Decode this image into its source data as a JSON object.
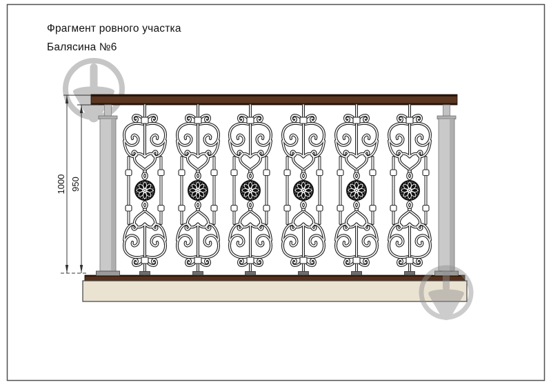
{
  "title": {
    "line1": "Фрагмент ровного участка",
    "line2": "Балясина №6"
  },
  "dimensions": {
    "outer_label": "1000",
    "inner_label": "950"
  },
  "railing": {
    "baluster_count": 6,
    "baluster_centers_x": [
      210,
      287,
      363,
      440,
      517,
      594
    ],
    "post_count": 2
  },
  "watermarks": [
    {
      "name": "trowel-badge-watermark",
      "position": "top-left"
    },
    {
      "name": "trowel-badge-watermark",
      "position": "bottom-right"
    }
  ],
  "colors": {
    "background": "#ffffff",
    "frame_border": "#4f4f4f",
    "text": "#111111",
    "dimension_lines": "#333333",
    "handrail": "#5b3620",
    "handrail_edge": "#24120a",
    "post": "#c9c9c9",
    "post_shadow": "#aaaaaa",
    "post_outline": "#7e7e7e",
    "base_strip": "#56301a",
    "plinth": "#eae3d2",
    "plinth_outline": "#3f3f3f",
    "iron": "#242424",
    "iron_fill": "#ffffff",
    "rosette": "#111111",
    "watermark": "#8f8f8f"
  }
}
